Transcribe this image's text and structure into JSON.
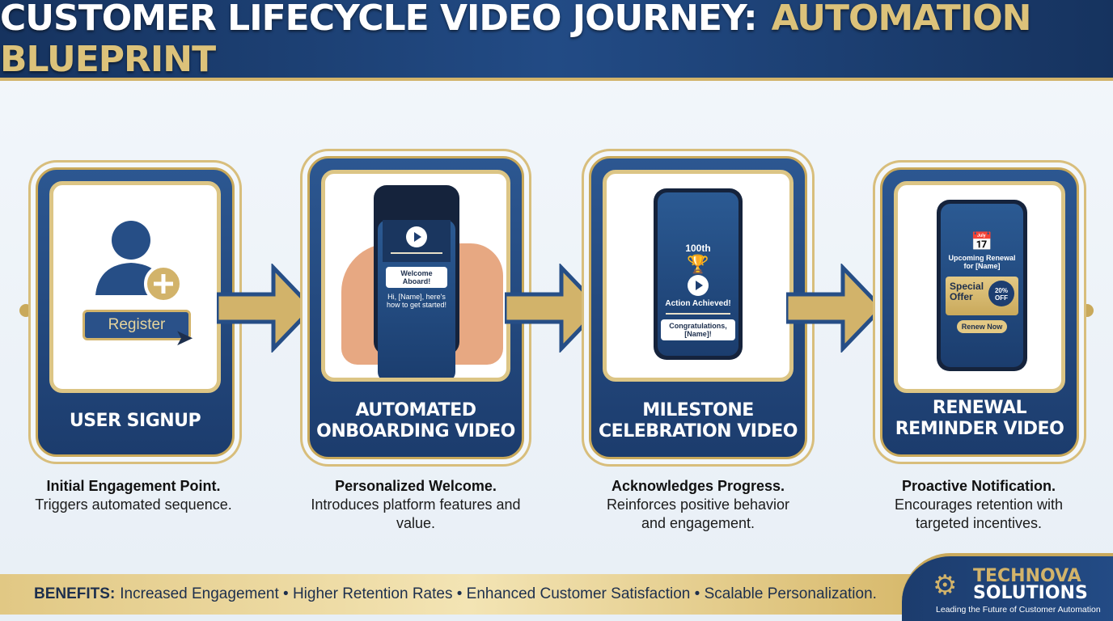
{
  "header": {
    "title_main": "CUSTOMER LIFECYCLE VIDEO JOURNEY:",
    "title_accent": "AUTOMATION BLUEPRINT"
  },
  "colors": {
    "navy": "#1c3c6d",
    "gold": "#c9a95b",
    "background": "#eef3f8"
  },
  "steps": [
    {
      "label": "USER SIGNUP",
      "icon": "user-add-icon",
      "button": "Register",
      "desc_title": "Initial Engagement Point.",
      "desc": "Triggers automated sequence."
    },
    {
      "label": "AUTOMATED ONBOARDING VIDEO",
      "icon": "phone-video-icon",
      "pill": "Welcome Aboard!",
      "screen_text": "Hi, [Name], here's how to get started!",
      "desc_title": "Personalized Welcome.",
      "desc": "Introduces platform features and value."
    },
    {
      "label": "MILESTONE CELEBRATION VIDEO",
      "icon": "trophy-icon",
      "badge": "100th",
      "screen_heading": "Action Achieved!",
      "pill": "Congratulations, [Name]!",
      "desc_title": "Acknowledges Progress.",
      "desc": "Reinforces positive behavior and engagement."
    },
    {
      "label": "RENEWAL REMINDER VIDEO",
      "icon": "calendar-clock-icon",
      "screen_heading": "Upcoming Renewal for [Name]",
      "offer": "Special Offer",
      "discount": "20% OFF",
      "button": "Renew Now",
      "desc_title": "Proactive Notification.",
      "desc": "Encourages retention with targeted incentives."
    }
  ],
  "footer": {
    "benefits_label": "BENEFITS:",
    "benefits": "Increased Engagement • Higher Retention Rates • Enhanced Customer Satisfaction • Scalable Personalization."
  },
  "logo": {
    "line1": "TECHNOVA",
    "line2": "SOLUTIONS",
    "tagline": "Leading the Future of Customer Automation"
  }
}
